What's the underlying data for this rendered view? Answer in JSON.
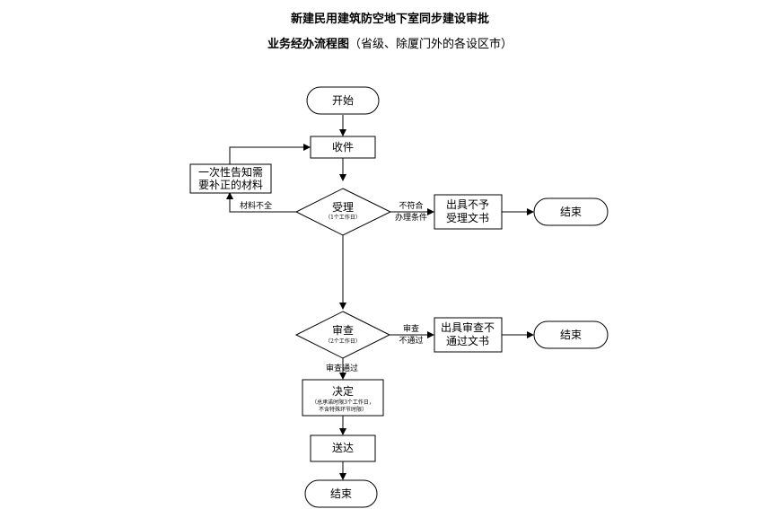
{
  "title": {
    "line1": "新建民用建筑防空地下室同步建设审批",
    "line2_main": "业务经办流程图",
    "line2_sub": "（省级、除厦门外的各设区市）"
  },
  "nodes": {
    "start": "开始",
    "receive": "收件",
    "notify_line1": "一次性告知需",
    "notify_line2": "要补正的材料",
    "accept": "受理",
    "accept_days": "（1个工作日）",
    "reject_accept_line1": "出具不予",
    "reject_accept_line2": "受理文书",
    "end_accept_reject": "结束",
    "review": "审查",
    "review_days": "（2个工作日）",
    "reject_review_line1": "出具审查不",
    "reject_review_line2": "通过文书",
    "end_review_reject": "结束",
    "decision": "决定",
    "decision_note1": "（总承诺时限3个工作日，",
    "decision_note2": "不含特殊环节时限）",
    "deliver": "送达",
    "end": "结束"
  },
  "edges": {
    "materials_incomplete": "材料不全",
    "not_eligible_line1": "不符合",
    "not_eligible_line2": "办理条件",
    "review_fail_line1": "审查",
    "review_fail_line2": "不通过",
    "review_pass": "审查通过"
  }
}
